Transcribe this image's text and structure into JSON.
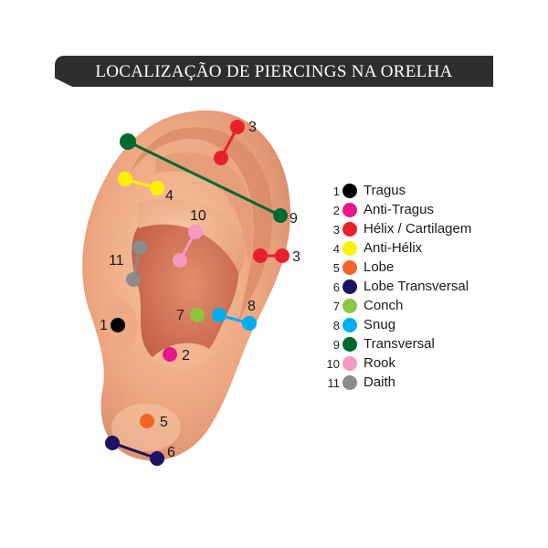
{
  "title": "LOCALIZAÇÃO DE PIERCINGS NA ORELHA",
  "colors": {
    "skin": "#f0b08a",
    "skin_shadow": "#c87858",
    "title_bg": "#2e2e2e"
  },
  "piercings": [
    {
      "num": "1",
      "name": "Tragus",
      "color": "#000000"
    },
    {
      "num": "2",
      "name": "Anti-Tragus",
      "color": "#e6198c"
    },
    {
      "num": "3",
      "name": "Hélix / Cartilagem",
      "color": "#e8202a"
    },
    {
      "num": "4",
      "name": "Anti-Hélix",
      "color": "#fff200"
    },
    {
      "num": "5",
      "name": "Lobe",
      "color": "#f26522"
    },
    {
      "num": "6",
      "name": "Lobe Transversal",
      "color": "#1b1464"
    },
    {
      "num": "7",
      "name": "Conch",
      "color": "#8dc63f"
    },
    {
      "num": "8",
      "name": "Snug",
      "color": "#00aeef"
    },
    {
      "num": "9",
      "name": "Transversal",
      "color": "#006a2e"
    },
    {
      "num": "10",
      "name": "Rook",
      "color": "#f49ac1"
    },
    {
      "num": "11",
      "name": "Daith",
      "color": "#8c8c8c"
    }
  ]
}
